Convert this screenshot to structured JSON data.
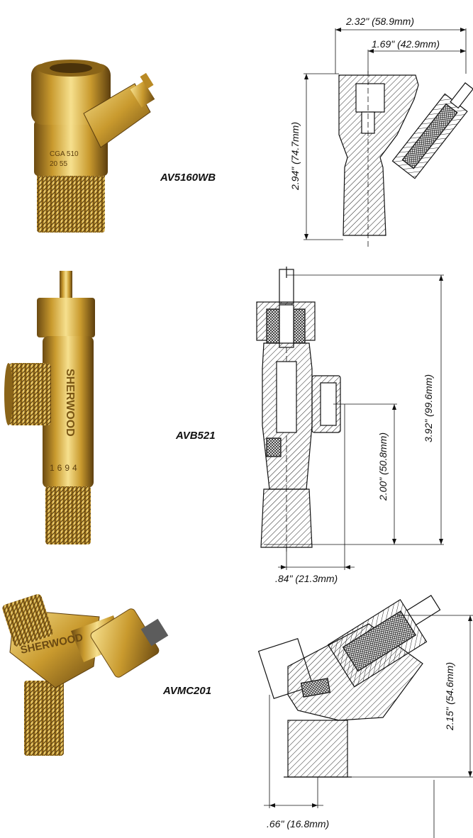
{
  "section1": {
    "model": "AV5160WB",
    "stamp_line1": "CGA 510",
    "stamp_line2": "20 55",
    "dim_overall_width": "2.32\" (58.9mm)",
    "dim_inlet_width": "1.69\" (42.9mm)",
    "dim_height": "2.94\" (74.7mm)"
  },
  "section2": {
    "model": "AVB521",
    "brand": "SHERWOOD",
    "stamp": "1694",
    "dim_total_height": "3.92\" (99.6mm)",
    "dim_outlet_height": "2.00\" (50.8mm)",
    "dim_offset": ".84\" (21.3mm)"
  },
  "section3": {
    "model": "AVMC201",
    "brand": "SHERWOOD",
    "dim_height": "2.15\" (54.6mm)",
    "dim_offset": ".66\" (16.8mm)"
  },
  "colors": {
    "brass_light": "#f3d77a",
    "brass_mid": "#c99a2e",
    "brass_dark": "#6b4a12",
    "line": "#111111"
  }
}
